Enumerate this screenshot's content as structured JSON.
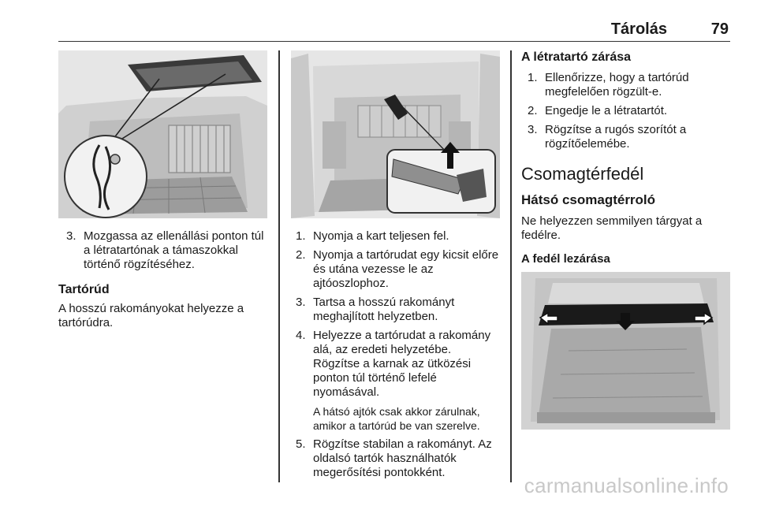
{
  "header": {
    "title": "Tárolás",
    "page": "79"
  },
  "col1": {
    "step3": {
      "num": "3.",
      "text": "Mozgassa az ellenállási ponton túl a létratartónak a támaszokkal történő rögzítéséhez."
    },
    "section_title": "Tartórúd",
    "intro": "A hosszú rakományokat helyezze a tartórúdra."
  },
  "col2": {
    "steps": [
      {
        "num": "1.",
        "text": "Nyomja a kart teljesen fel."
      },
      {
        "num": "2.",
        "text": "Nyomja a tartórudat egy kicsit előre és utána vezesse le az ajtóoszlophoz."
      },
      {
        "num": "3.",
        "text": "Tartsa a hosszú rakományt meghajlított helyzetben."
      },
      {
        "num": "4.",
        "text": "Helyezze a tartórudat a rakomány alá, az eredeti helyzetébe. Rögzítse a karnak az ütközési ponton túl történő lefelé nyomásával."
      },
      {
        "num": "5.",
        "text": "Rögzítse stabilan a rakományt. Az oldalsó tartók használhatók megerősítési pontokként."
      }
    ],
    "note": "A hátsó ajtók csak akkor zárulnak, amikor a tartórúd be van szerelve."
  },
  "col3": {
    "section_title": "A létratartó zárása",
    "steps": [
      {
        "num": "1.",
        "text": "Ellenőrizze, hogy a tartórúd megfelelően rögzült-e."
      },
      {
        "num": "2.",
        "text": "Engedje le a létratartót."
      },
      {
        "num": "3.",
        "text": "Rögzítse a rugós szorítót a rögzítőelemébe."
      }
    ],
    "big_title": "Csomagtérfedél",
    "sub_title": "Hátsó csomagtérroló",
    "intro": "Ne helyezzen semmilyen tárgyat a fedélre.",
    "fig_title": "A fedél lezárása"
  },
  "watermark": "carmanualsonline.info"
}
